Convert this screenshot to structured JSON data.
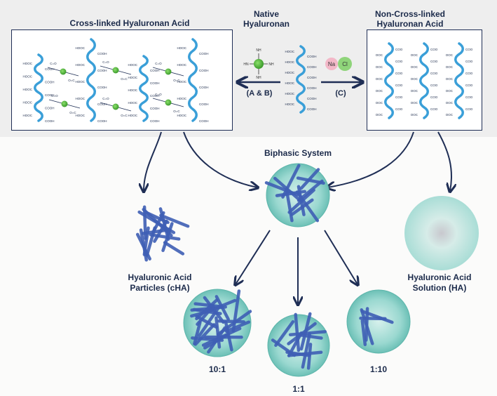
{
  "top_section": {
    "crosslinked_title": "Cross-linked Hyaluronan Acid",
    "native_title_line1": "Native",
    "native_title_line2": "Hyaluronan",
    "noncrosslinked_title_line1": "Non-Cross-linked",
    "noncrosslinked_title_line2": "Hyaluronan Acid",
    "arrow_left_label": "(A & B)",
    "arrow_right_label": "(C)",
    "na_ion": "Na",
    "cl_ion": "Cl",
    "group_hooc": "HOOC",
    "group_cooh": "COOH",
    "group_coo": "COO",
    "group_ooc": "OOC",
    "group_co": "C=O",
    "group_oc": "O=C"
  },
  "bottom_section": {
    "biphasic_title": "Biphasic System",
    "particles_label_line1": "Hyaluronic Acid",
    "particles_label_line2": "Particles (cHA)",
    "solution_label_line1": "Hyaluronic Acid",
    "solution_label_line2": "Solution (HA)",
    "ratio_left": "10:1",
    "ratio_middle": "1:1",
    "ratio_right": "1:10"
  },
  "colors": {
    "navy": "#1f2e55",
    "chain_blue": "#3a9fd8",
    "crosslinker_green": "#4caf3a",
    "sphere_teal": "#8fd3cc",
    "rod_blue": "#3f5fb5",
    "na_pink": "#f3b8c8",
    "cl_green": "#8fd47a"
  }
}
